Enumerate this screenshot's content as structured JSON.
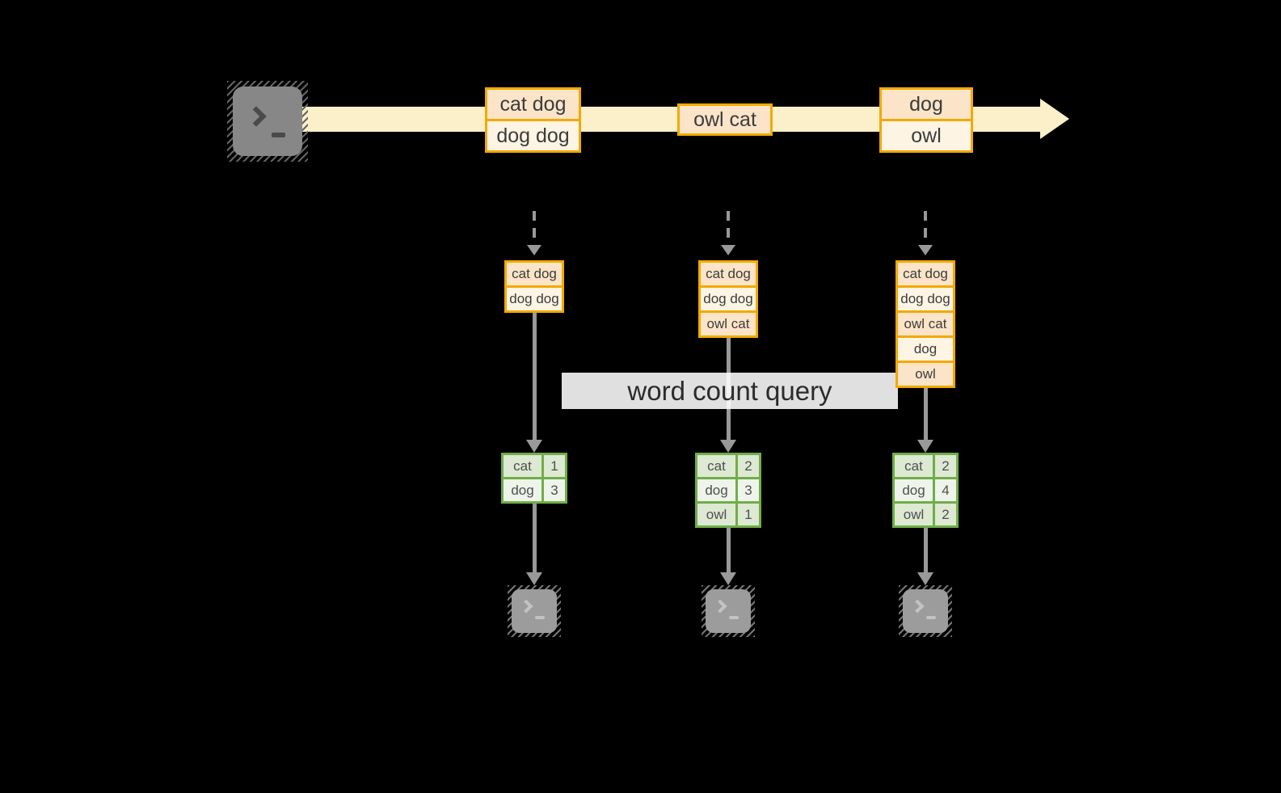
{
  "diagram": {
    "query_label": "word count query",
    "source_icon": "terminal-icon",
    "sink_icon": "terminal-icon",
    "stream": {
      "batches": [
        {
          "rows": [
            "cat dog",
            "dog dog"
          ]
        },
        {
          "rows": [
            "owl cat"
          ]
        },
        {
          "rows": [
            "dog",
            "owl"
          ]
        }
      ]
    },
    "columns": [
      {
        "state_rows": [
          "cat dog",
          "dog dog"
        ],
        "counts": [
          {
            "word": "cat",
            "count": "1"
          },
          {
            "word": "dog",
            "count": "3"
          }
        ]
      },
      {
        "state_rows": [
          "cat dog",
          "dog dog",
          "owl cat"
        ],
        "counts": [
          {
            "word": "cat",
            "count": "2"
          },
          {
            "word": "dog",
            "count": "3"
          },
          {
            "word": "owl",
            "count": "1"
          }
        ]
      },
      {
        "state_rows": [
          "cat dog",
          "dog dog",
          "owl cat",
          "dog",
          "owl"
        ],
        "counts": [
          {
            "word": "cat",
            "count": "2"
          },
          {
            "word": "dog",
            "count": "4"
          },
          {
            "word": "owl",
            "count": "2"
          }
        ]
      }
    ],
    "colors": {
      "background": "#000000",
      "stream_fill": "#fcf0cb",
      "record_border_orange": "#f2a900",
      "record_cell_peach": "#fbe4c8",
      "record_cell_cream": "#fdf4e4",
      "table_border_green": "#6fae4a",
      "table_cell_green": "#dde9d2",
      "table_cell_green_light": "#eff4ea",
      "arrow_gray": "#999999",
      "query_label_bg": "#ffffff"
    }
  }
}
